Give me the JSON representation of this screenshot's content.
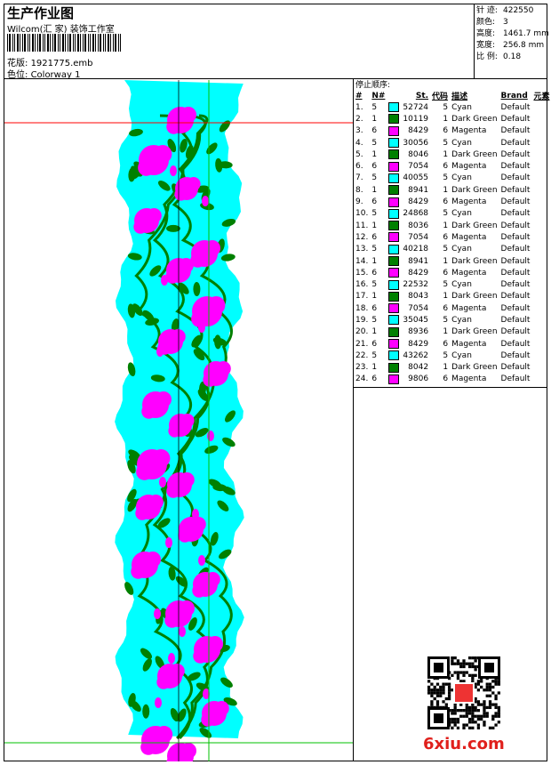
{
  "header": {
    "title": "生产作业图",
    "company": "Wilcom(汇 家) 装饰工作室",
    "file_label": "花版:",
    "file_value": "1921775.emb",
    "colorway_label": "色位:",
    "colorway_value": "Colorway 1"
  },
  "stats": [
    {
      "label": "针 迹:",
      "value": "422550"
    },
    {
      "label": "颜色:",
      "value": "3"
    },
    {
      "label": "高度:",
      "value": "1461.7 mm"
    },
    {
      "label": "宽度:",
      "value": "256.8 mm"
    },
    {
      "label": "比 例:",
      "value": "0.18"
    }
  ],
  "sequence": {
    "title": "停止顺序:",
    "headers": [
      "#",
      "N#",
      "",
      "St.",
      "代码",
      "描述",
      "Brand",
      "元素"
    ],
    "rows": [
      {
        "n": "1.",
        "nn": "5",
        "color": "#00ffff",
        "st": "52724",
        "code": "5",
        "desc": "Cyan",
        "brand": "Default"
      },
      {
        "n": "2.",
        "nn": "1",
        "color": "#008000",
        "st": "10119",
        "code": "1",
        "desc": "Dark Green",
        "brand": "Default"
      },
      {
        "n": "3.",
        "nn": "6",
        "color": "#ff00ff",
        "st": "8429",
        "code": "6",
        "desc": "Magenta",
        "brand": "Default"
      },
      {
        "n": "4.",
        "nn": "5",
        "color": "#00ffff",
        "st": "30056",
        "code": "5",
        "desc": "Cyan",
        "brand": "Default"
      },
      {
        "n": "5.",
        "nn": "1",
        "color": "#008000",
        "st": "8046",
        "code": "1",
        "desc": "Dark Green",
        "brand": "Default"
      },
      {
        "n": "6.",
        "nn": "6",
        "color": "#ff00ff",
        "st": "7054",
        "code": "6",
        "desc": "Magenta",
        "brand": "Default"
      },
      {
        "n": "7.",
        "nn": "5",
        "color": "#00ffff",
        "st": "40055",
        "code": "5",
        "desc": "Cyan",
        "brand": "Default"
      },
      {
        "n": "8.",
        "nn": "1",
        "color": "#008000",
        "st": "8941",
        "code": "1",
        "desc": "Dark Green",
        "brand": "Default"
      },
      {
        "n": "9.",
        "nn": "6",
        "color": "#ff00ff",
        "st": "8429",
        "code": "6",
        "desc": "Magenta",
        "brand": "Default"
      },
      {
        "n": "10.",
        "nn": "5",
        "color": "#00ffff",
        "st": "24868",
        "code": "5",
        "desc": "Cyan",
        "brand": "Default"
      },
      {
        "n": "11.",
        "nn": "1",
        "color": "#008000",
        "st": "8036",
        "code": "1",
        "desc": "Dark Green",
        "brand": "Default"
      },
      {
        "n": "12.",
        "nn": "6",
        "color": "#ff00ff",
        "st": "7054",
        "code": "6",
        "desc": "Magenta",
        "brand": "Default"
      },
      {
        "n": "13.",
        "nn": "5",
        "color": "#00ffff",
        "st": "40218",
        "code": "5",
        "desc": "Cyan",
        "brand": "Default"
      },
      {
        "n": "14.",
        "nn": "1",
        "color": "#008000",
        "st": "8941",
        "code": "1",
        "desc": "Dark Green",
        "brand": "Default"
      },
      {
        "n": "15.",
        "nn": "6",
        "color": "#ff00ff",
        "st": "8429",
        "code": "6",
        "desc": "Magenta",
        "brand": "Default"
      },
      {
        "n": "16.",
        "nn": "5",
        "color": "#00ffff",
        "st": "22532",
        "code": "5",
        "desc": "Cyan",
        "brand": "Default"
      },
      {
        "n": "17.",
        "nn": "1",
        "color": "#008000",
        "st": "8043",
        "code": "1",
        "desc": "Dark Green",
        "brand": "Default"
      },
      {
        "n": "18.",
        "nn": "6",
        "color": "#ff00ff",
        "st": "7054",
        "code": "6",
        "desc": "Magenta",
        "brand": "Default"
      },
      {
        "n": "19.",
        "nn": "5",
        "color": "#00ffff",
        "st": "35045",
        "code": "5",
        "desc": "Cyan",
        "brand": "Default"
      },
      {
        "n": "20.",
        "nn": "1",
        "color": "#008000",
        "st": "8936",
        "code": "1",
        "desc": "Dark Green",
        "brand": "Default"
      },
      {
        "n": "21.",
        "nn": "6",
        "color": "#ff00ff",
        "st": "8429",
        "code": "6",
        "desc": "Magenta",
        "brand": "Default"
      },
      {
        "n": "22.",
        "nn": "5",
        "color": "#00ffff",
        "st": "43262",
        "code": "5",
        "desc": "Cyan",
        "brand": "Default"
      },
      {
        "n": "23.",
        "nn": "1",
        "color": "#008000",
        "st": "8042",
        "code": "1",
        "desc": "Dark Green",
        "brand": "Default"
      },
      {
        "n": "24.",
        "nn": "6",
        "color": "#ff00ff",
        "st": "9806",
        "code": "6",
        "desc": "Magenta",
        "brand": "Default"
      }
    ]
  },
  "watermark": {
    "text": "6xiu.com"
  },
  "colors": {
    "cyan": "#00ffff",
    "green": "#008000",
    "magenta": "#ff00ff",
    "red_guide": "#ff0000",
    "green_guide": "#00c000"
  }
}
